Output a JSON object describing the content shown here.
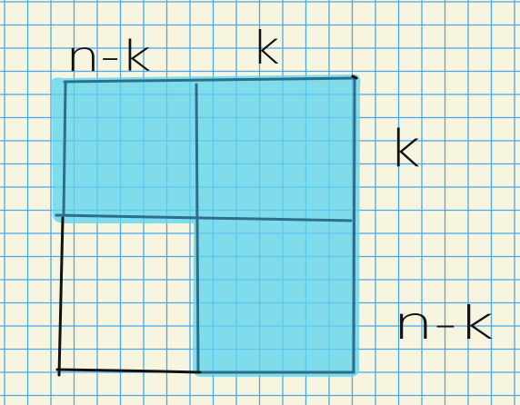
{
  "diagram": {
    "labels": {
      "top_left": "n-k",
      "top_right": "k",
      "right_upper": "k",
      "right_lower": "n-k"
    },
    "colors": {
      "background": "#f7f5e0",
      "grid": "#4aa8e8",
      "fill": "#5fd3ee",
      "edge": "#2b6f8c",
      "ink": "#111111"
    }
  }
}
